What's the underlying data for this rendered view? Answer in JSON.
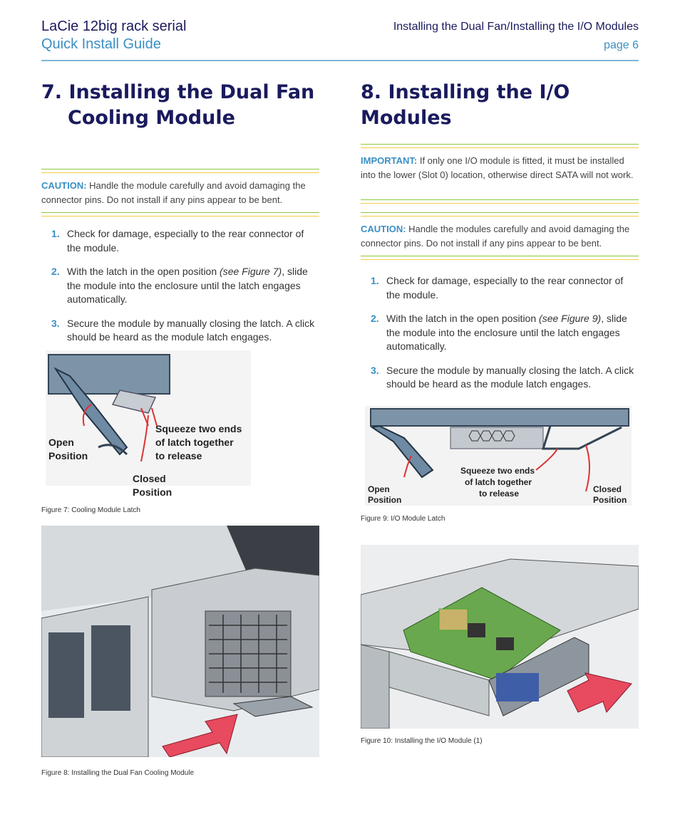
{
  "header": {
    "product": "LaCie 12big rack serial",
    "guide": "Quick Install Guide",
    "section": "Installing the Dual Fan/Installing the I/O Modules",
    "page": "page 6"
  },
  "left": {
    "title_line1": "7. Installing the Dual Fan",
    "title_line2": "Cooling Module",
    "caution_label": "CAUTION:",
    "caution_text": "Handle the module carefully and avoid damaging the connector pins. Do not install if any pins appear to be bent.",
    "steps": [
      {
        "num": "1.",
        "text": "Check for damage, especially to the rear connector of the module."
      },
      {
        "num": "2.",
        "pre": "With the latch in the open position ",
        "ref": "(see Figure 7)",
        "post": ", slide the module into the enclosure until the latch engages automatically."
      },
      {
        "num": "3.",
        "text": "Secure the module by manually closing the latch. A click should be heard as the module latch engages."
      }
    ],
    "fig7": {
      "open": [
        "Open",
        "Position"
      ],
      "squeeze": [
        "Squeeze two ends",
        "of latch together",
        "to release"
      ],
      "closed": [
        "Closed",
        "Position"
      ],
      "caption": "Figure 7:  Cooling Module Latch"
    },
    "fig8_caption": "Figure 8:  Installing the Dual Fan Cooling Module"
  },
  "right": {
    "title": "8. Installing the I/O Modules",
    "important_label": "IMPORTANT:",
    "important_text": "If only one I/O module is fitted, it must be installed into the lower (Slot 0) location, otherwise direct SATA will not work.",
    "caution_label": "CAUTION:",
    "caution_text": "Handle the modules carefully and avoid damaging the connector pins. Do not install if any pins appear to be bent.",
    "steps": [
      {
        "num": "1.",
        "text": "Check for damage, especially to the rear connector of the module."
      },
      {
        "num": "2.",
        "pre": "With the latch in the open position ",
        "ref": "(see Figure 9)",
        "post": ", slide the module into the enclosure until the latch engages automatically."
      },
      {
        "num": "3.",
        "text": "Secure the module by manually closing the latch. A click should be heard as the module latch engages."
      }
    ],
    "fig9": {
      "open": [
        "Open",
        "Position"
      ],
      "squeeze": [
        "Squeeze two ends",
        "of latch together",
        "to release"
      ],
      "closed": [
        "Closed",
        "Position"
      ],
      "caption": "Figure 9:  I/O Module Latch"
    },
    "fig10_caption": "Figure 10:  Installing the I/O Module (1)"
  }
}
